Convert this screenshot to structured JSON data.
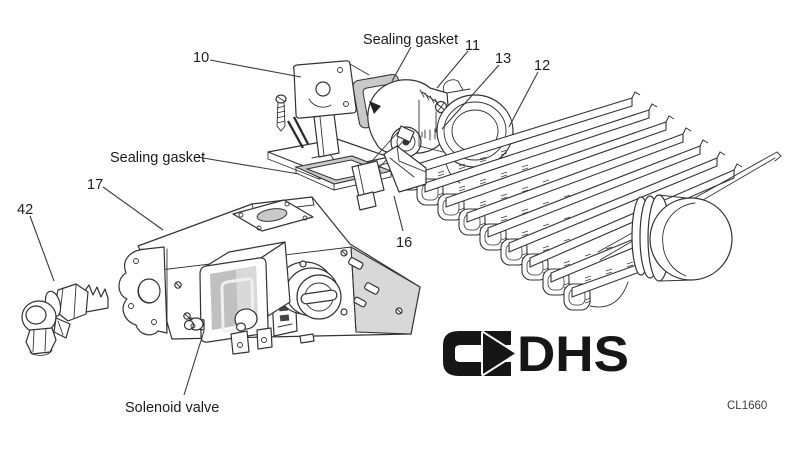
{
  "diagram": {
    "type": "exploded-parts-diagram",
    "callouts": [
      {
        "id": "callout-10",
        "label": "10"
      },
      {
        "id": "sealing-gasket-upper",
        "label": "Sealing gasket"
      },
      {
        "id": "callout-11",
        "label": "11"
      },
      {
        "id": "callout-13",
        "label": "13"
      },
      {
        "id": "callout-12",
        "label": "12"
      },
      {
        "id": "sealing-gasket-lower",
        "label": "Sealing gasket"
      },
      {
        "id": "callout-17",
        "label": "17"
      },
      {
        "id": "callout-16",
        "label": "16"
      },
      {
        "id": "callout-42",
        "label": "42"
      },
      {
        "id": "label-solenoid-valve",
        "label": "Solenoid valve"
      }
    ],
    "logo": {
      "text": "DHS",
      "icon": "arrow-right-emblem"
    },
    "drawing_code": "CL1660",
    "colors": {
      "line": "#333333",
      "gasket_fill": "#c9c9c9",
      "panel_fill": "#d8d8d8",
      "solenoid_fill": "#c0c0c0",
      "logo": "#161616",
      "background": "#ffffff"
    }
  }
}
